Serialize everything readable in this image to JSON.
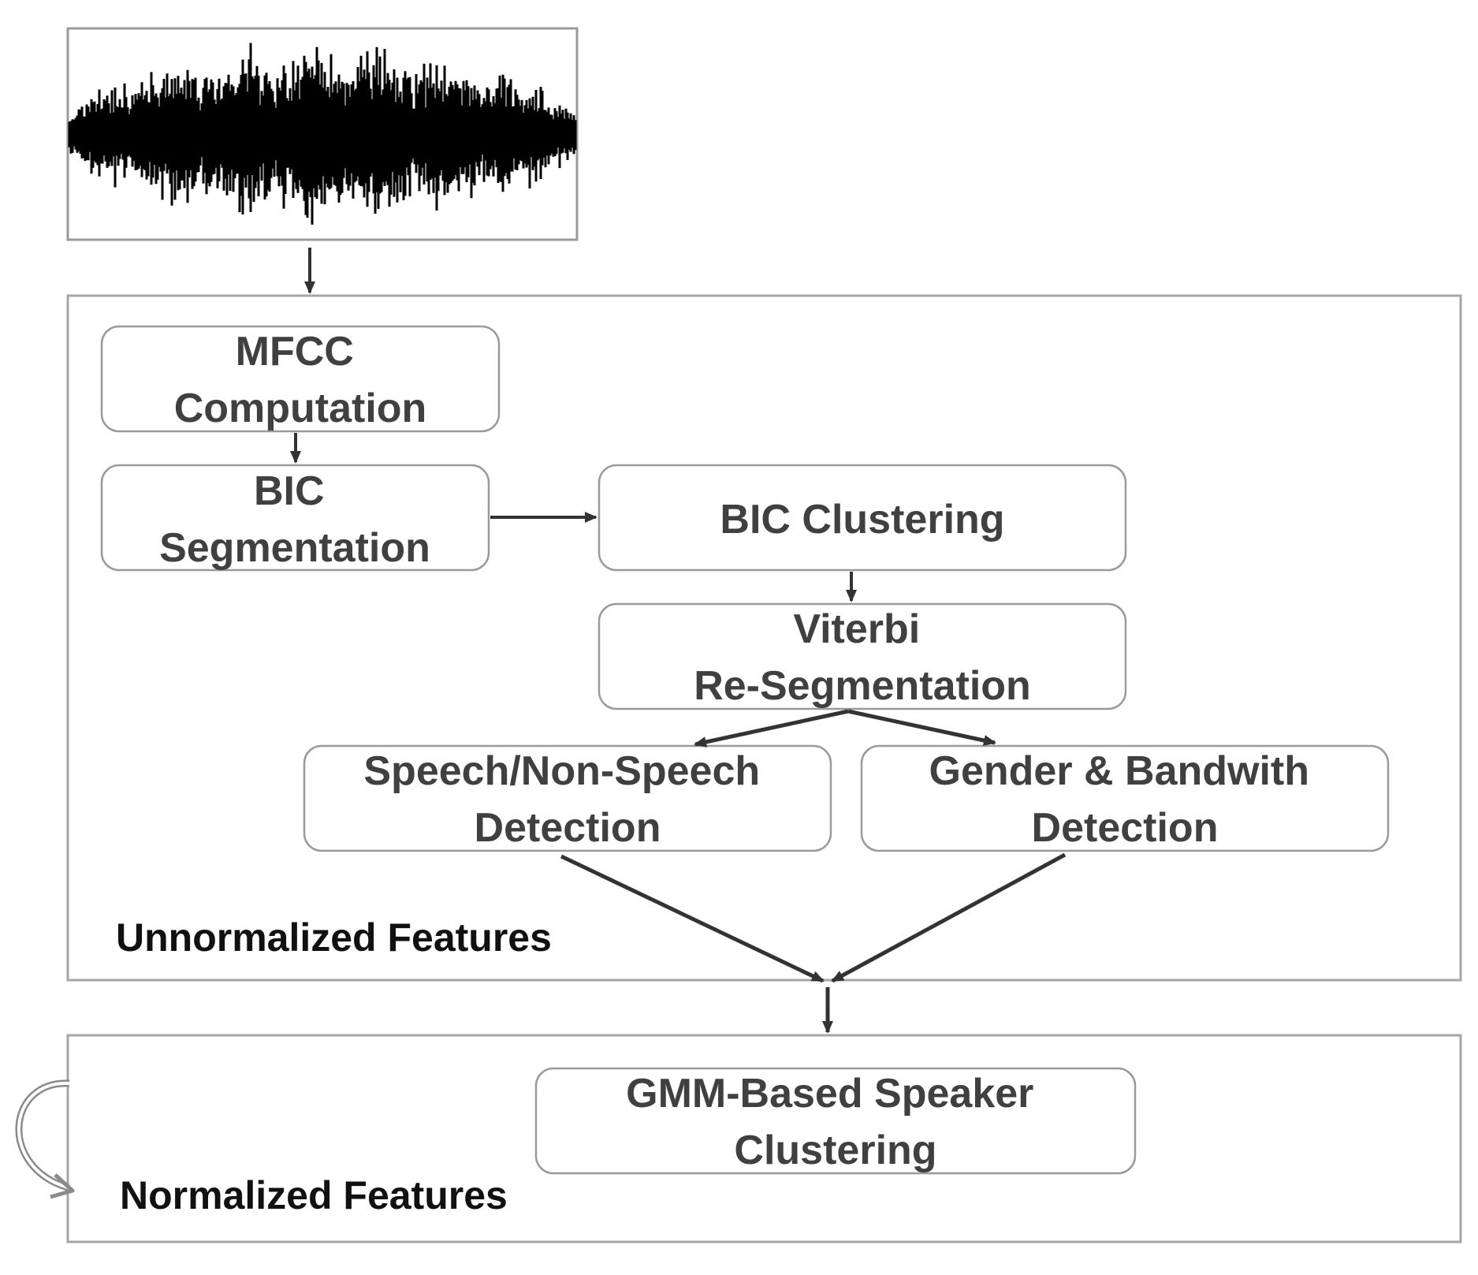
{
  "diagram": {
    "containers": {
      "unnormalized_label": "Unnormalized Features",
      "normalized_label": "Normalized Features"
    },
    "nodes": {
      "mfcc": [
        "MFCC",
        "Computation"
      ],
      "bic_segmentation": [
        "BIC",
        "Segmentation"
      ],
      "bic_clustering": [
        "BIC Clustering"
      ],
      "viterbi": [
        "Viterbi",
        "Re-Segmentation"
      ],
      "speech_detection": [
        "Speech/Non-Speech",
        "Detection"
      ],
      "gender_detection": [
        "Gender & Bandwith",
        "Detection"
      ],
      "gmm_clustering": [
        "GMM-Based Speaker",
        "Clustering"
      ]
    },
    "edges": [
      {
        "from": "waveform",
        "to": "mfcc"
      },
      {
        "from": "mfcc",
        "to": "bic_segmentation"
      },
      {
        "from": "bic_segmentation",
        "to": "bic_clustering"
      },
      {
        "from": "bic_clustering",
        "to": "viterbi"
      },
      {
        "from": "viterbi",
        "to": "speech_detection"
      },
      {
        "from": "viterbi",
        "to": "gender_detection"
      },
      {
        "from": "speech_detection",
        "to": "normalized_features"
      },
      {
        "from": "gender_detection",
        "to": "normalized_features"
      },
      {
        "from": "normalized_features",
        "to": "normalized_features"
      }
    ]
  }
}
